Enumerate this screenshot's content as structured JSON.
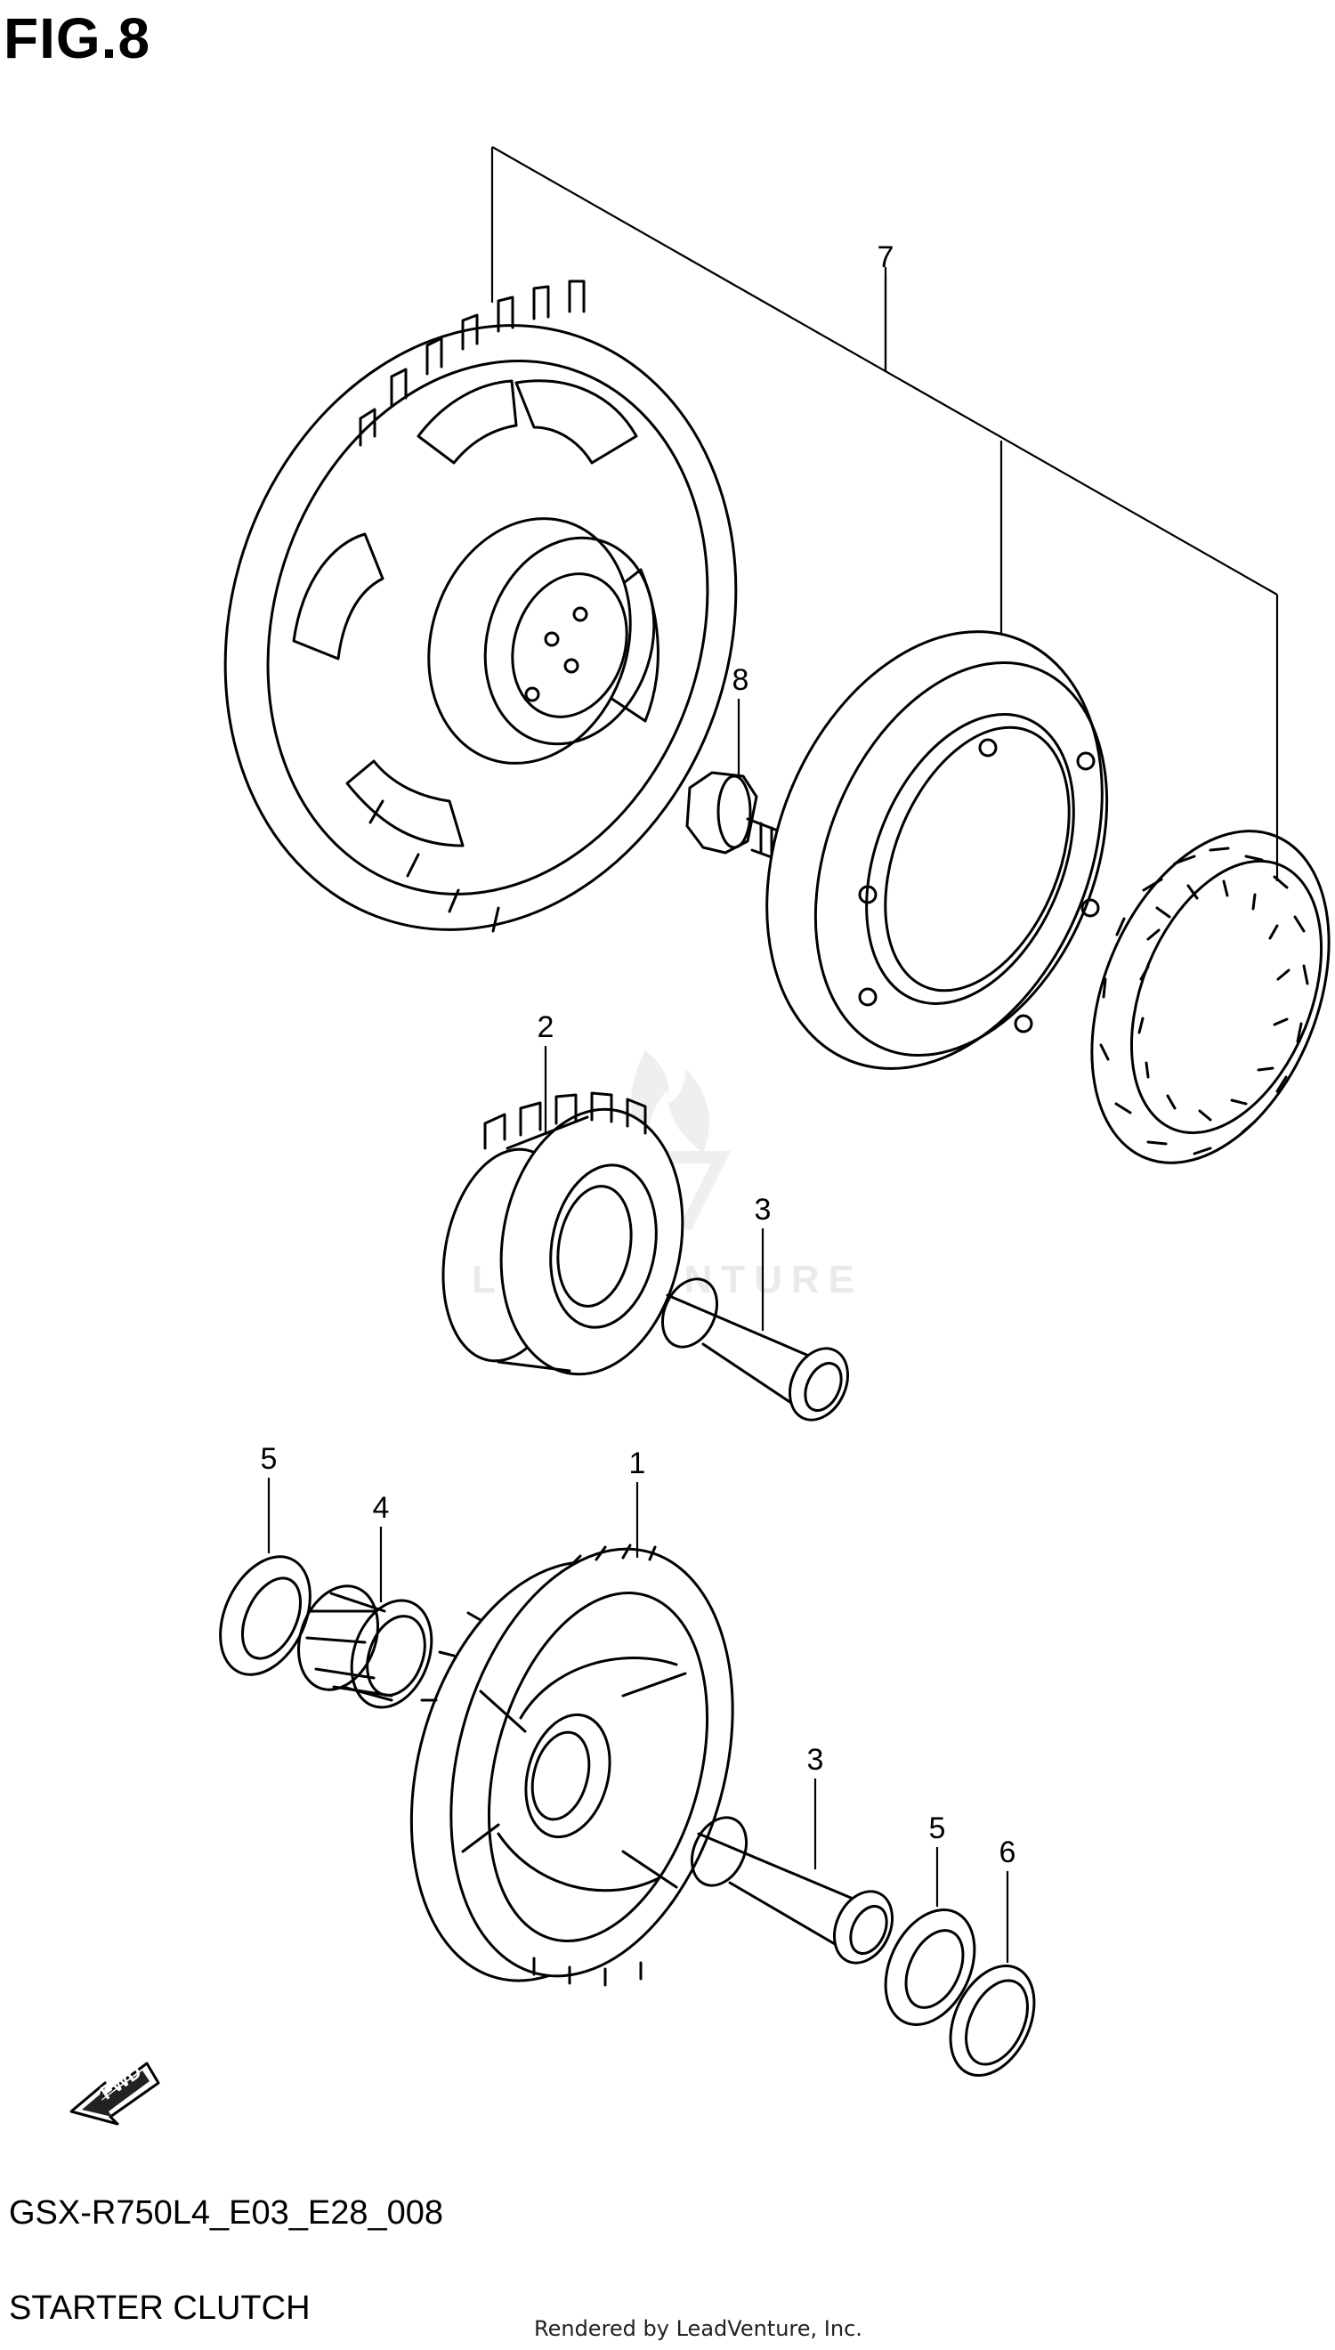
{
  "figure": {
    "label": "FIG.8",
    "model_code": "GSX-R750L4_E03_E28_008",
    "section_name": "STARTER CLUTCH",
    "credit": "Rendered by LeadVenture, Inc.",
    "watermark": "LEADVENTURE",
    "fwd_arrow_text": "FWD"
  },
  "callouts": [
    {
      "number": "7",
      "part": "starter-clutch-assembly"
    },
    {
      "number": "8",
      "part": "bolt"
    },
    {
      "number": "2",
      "part": "idle-gear-no2"
    },
    {
      "number": "3",
      "part": "shaft-upper"
    },
    {
      "number": "5",
      "part": "washer-left"
    },
    {
      "number": "4",
      "part": "needle-bearing"
    },
    {
      "number": "1",
      "part": "idle-gear-no1"
    },
    {
      "number": "3",
      "part": "shaft-lower"
    },
    {
      "number": "5",
      "part": "washer-right"
    },
    {
      "number": "6",
      "part": "washer-end"
    }
  ]
}
